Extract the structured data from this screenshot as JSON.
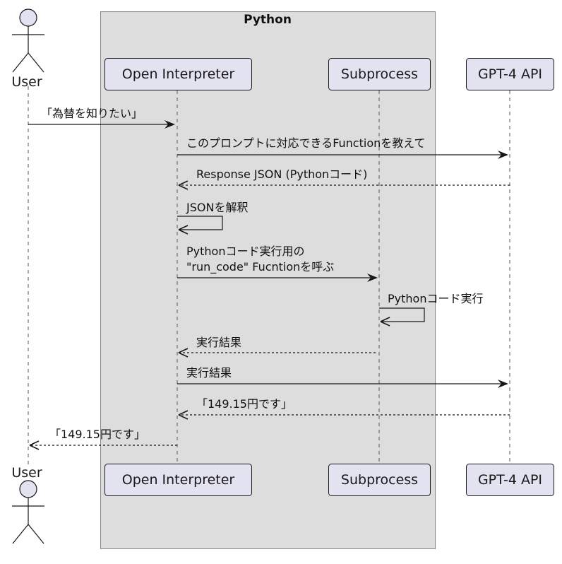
{
  "group": {
    "title": "Python"
  },
  "participants": {
    "user": "User",
    "open_interpreter": "Open Interpreter",
    "subprocess": "Subprocess",
    "gpt4_api": "GPT-4 API"
  },
  "messages": [
    {
      "from": "user",
      "to": "open_interpreter",
      "style": "solid",
      "lines": [
        "「為替を知りたい」"
      ]
    },
    {
      "from": "open_interpreter",
      "to": "gpt4_api",
      "style": "solid",
      "lines": [
        "このプロンプトに対応できるFunctionを教えて"
      ]
    },
    {
      "from": "gpt4_api",
      "to": "open_interpreter",
      "style": "dashed",
      "lines": [
        "Response JSON (Pythonコード)"
      ]
    },
    {
      "from": "open_interpreter",
      "to": "open_interpreter",
      "style": "self",
      "lines": [
        "JSONを解釈"
      ]
    },
    {
      "from": "open_interpreter",
      "to": "subprocess",
      "style": "solid",
      "lines": [
        "Pythonコード実行用の",
        "\"run_code\" Fucntionを呼ぶ"
      ]
    },
    {
      "from": "subprocess",
      "to": "subprocess",
      "style": "self",
      "lines": [
        "Pythonコード実行"
      ]
    },
    {
      "from": "subprocess",
      "to": "open_interpreter",
      "style": "dashed",
      "lines": [
        "実行結果"
      ]
    },
    {
      "from": "open_interpreter",
      "to": "gpt4_api",
      "style": "solid",
      "lines": [
        "実行結果"
      ]
    },
    {
      "from": "gpt4_api",
      "to": "open_interpreter",
      "style": "dashed",
      "lines": [
        "「149.15円です」"
      ]
    },
    {
      "from": "open_interpreter",
      "to": "user",
      "style": "dashed",
      "lines": [
        "「149.15円です」"
      ]
    }
  ],
  "colors": {
    "group_fill": "#dddddd",
    "group_stroke": "#888888",
    "participant_fill": "#e2e2f0",
    "participant_stroke": "#181818",
    "actor_head_fill": "#e2e2f0",
    "line": "#181818"
  }
}
